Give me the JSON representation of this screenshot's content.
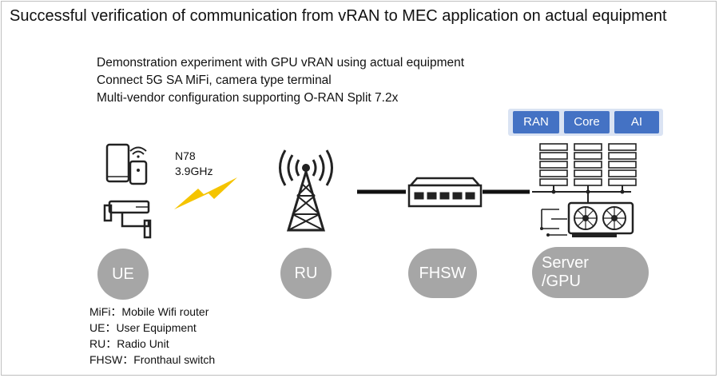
{
  "title": "Successful verification of communication from vRAN to MEC application on actual equipment",
  "bullets": [
    "Demonstration experiment with GPU vRAN using actual equipment",
    "Connect 5G SA MiFi, camera type terminal",
    "Multi-vendor configuration supporting O-RAN Split 7.2x"
  ],
  "tags": [
    "RAN",
    "Core",
    "AI"
  ],
  "frequency": {
    "band": "N78",
    "value": "3.9GHz"
  },
  "nodes": {
    "ue": "UE",
    "ru": "RU",
    "fhsw": "FHSW",
    "server_line1": "Server",
    "server_line2": "/GPU"
  },
  "legend": [
    "MiFi：Mobile Wifi router",
    "UE：User Equipment",
    "RU：Radio Unit",
    "FHSW：Fronthaul switch"
  ],
  "icons": {
    "phone": "smartphone-icon",
    "router": "wifi-router-icon",
    "camera": "security-camera-icon",
    "lightning": "lightning-bolt-icon",
    "tower": "radio-tower-icon",
    "switch": "network-switch-icon",
    "servers": "server-rack-icon",
    "gpu": "gpu-card-icon"
  },
  "colors": {
    "accent": "#4472c4",
    "tag_band": "#dae3f3",
    "pill": "#a6a6a6",
    "bolt": "#f5c400",
    "ink": "#111111"
  }
}
